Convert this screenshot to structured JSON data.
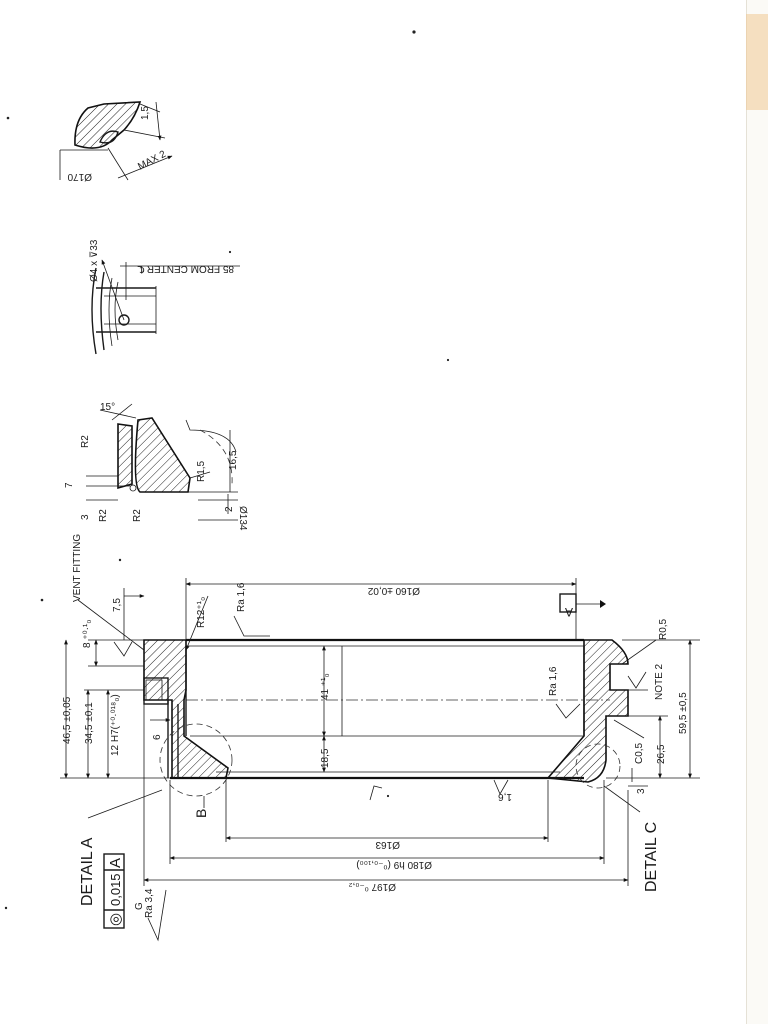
{
  "detail_top": {
    "diameter": "Ø170",
    "max": "MAX 2",
    "size": "1,5"
  },
  "vent_hole": {
    "spec": "Ø4 x ⊽33",
    "from_center": "85 FROM CENTER ℄"
  },
  "detail_mid": {
    "angle": "15°",
    "r2a": "R2",
    "r2b": "R2",
    "r2c": "R2",
    "r15": "R1,5",
    "d7": "7",
    "d3": "3",
    "d165": "16,5",
    "d2": "2",
    "dia": "Ø134"
  },
  "main": {
    "vent_fitting": "VENT FITTING",
    "d75": "7,5",
    "d8": "8 ⁺⁰·¹₀",
    "d465": "46,5 ±0,05",
    "d345": "34,5 ±0,1",
    "d12": "12 H7(⁺⁰·⁰¹⁸₀)",
    "d6": "6",
    "r12": "R12⁺¹₀",
    "ra_top": "Ra 1,6",
    "dia160": "Ø160 ±0,02",
    "datum_a": "A",
    "r05": "R0,5",
    "d41": "41 ⁺¹₀",
    "d185": "18,5",
    "ra_mid": "Ra 1,6",
    "note2": "NOTE 2",
    "c05": "C0,5",
    "d265": "26,5",
    "d595": "59,5 ±0,5",
    "d3": "3",
    "label_b": "B",
    "ra_bottom": "1,6",
    "dia163": "Ø163",
    "dia180": "Ø180 h9 (⁰₋₀,₁₀₀)",
    "dia197": "Ø197 ⁰₋₀,₂",
    "detail_a": "DETAIL A",
    "detail_c": "DETAIL C",
    "tol_symbol": "◎",
    "tol_value": "0,015",
    "tol_datum": "A",
    "ra_left": "Ra 3,4",
    "ra_left_g": "G"
  }
}
